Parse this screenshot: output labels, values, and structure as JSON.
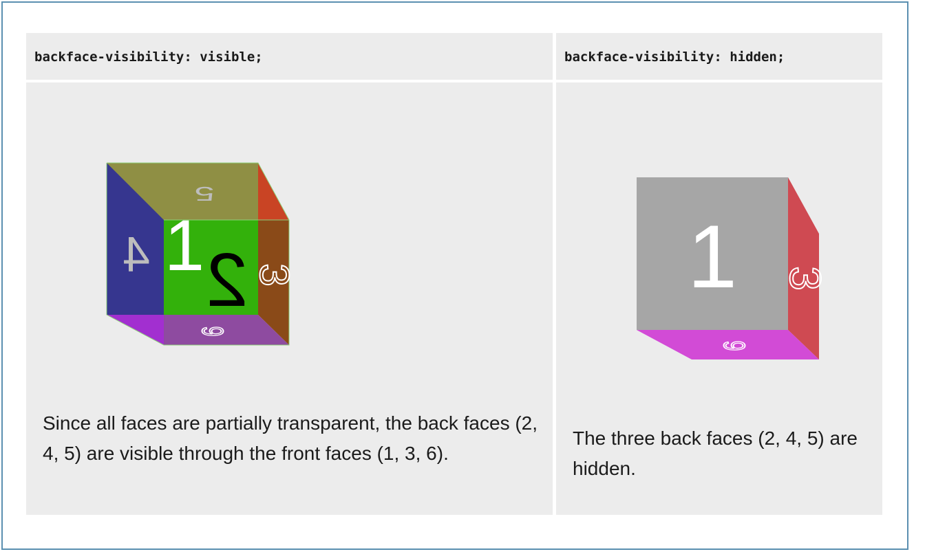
{
  "table": {
    "headers": [
      "backface-visibility: visible;",
      "backface-visibility: hidden;"
    ],
    "descriptions": [
      "Since all faces are partially transparent, the back faces (2, 4, 5) are visible through the front faces (1, 3, 6).",
      "The three back faces (2, 4, 5) are hidden."
    ]
  },
  "cube_visible": {
    "faces": {
      "front": "1",
      "back": "2",
      "right": "3",
      "left": "4",
      "top": "5",
      "bottom": "6"
    },
    "colors": {
      "front": "#33b10b",
      "back": "#8c8c44",
      "right": "#8a4a18",
      "right_top": "#c94424",
      "left": "#36368f",
      "top_back": "#8f8f44",
      "bottom": "#8e4ba0",
      "bottom_left": "#a22fd0"
    }
  },
  "cube_hidden": {
    "faces": {
      "front": "1",
      "right": "3",
      "bottom": "6"
    },
    "colors": {
      "front": "#a6a6a6",
      "right": "#cf4a52",
      "bottom": "#d24bd6"
    }
  }
}
